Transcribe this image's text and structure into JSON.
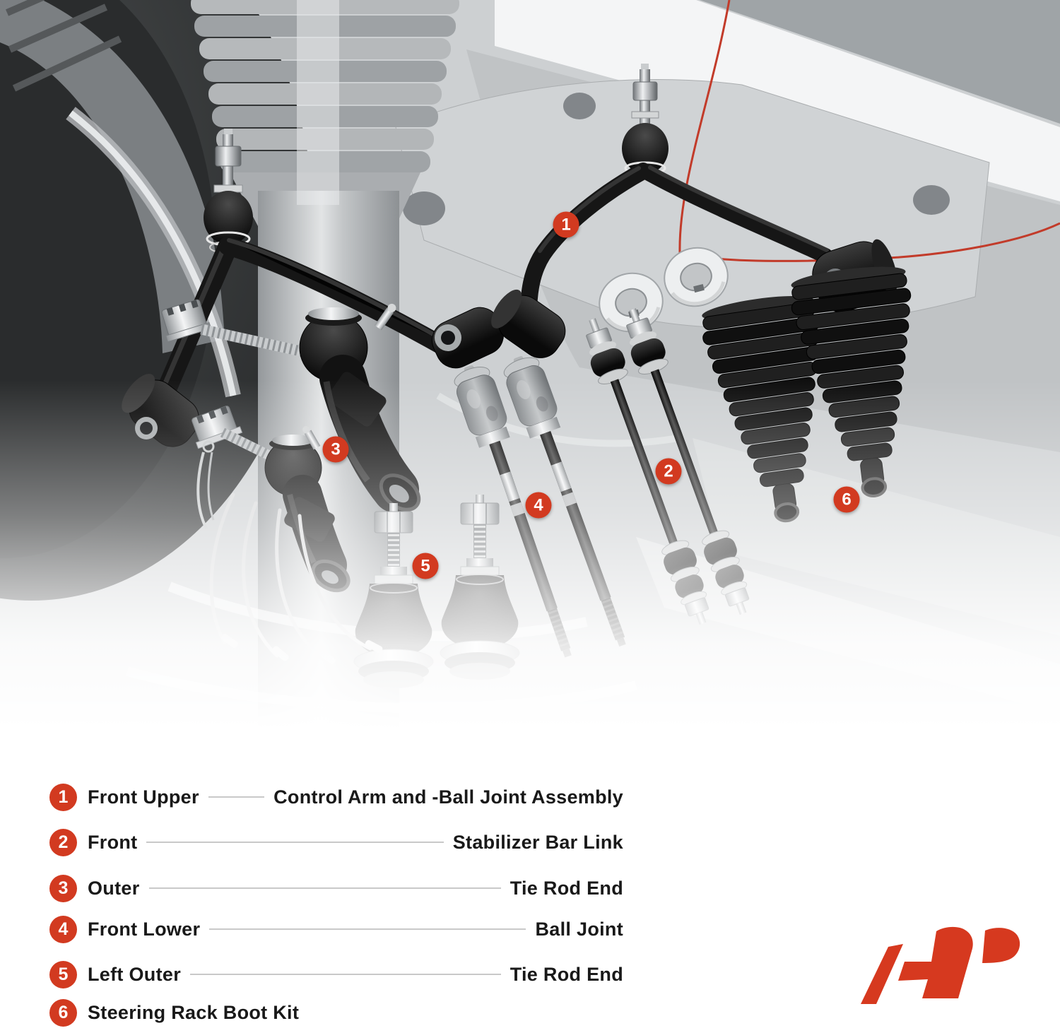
{
  "markers": [
    {
      "number": "1"
    },
    {
      "number": "2"
    },
    {
      "number": "3"
    },
    {
      "number": "4"
    },
    {
      "number": "5"
    },
    {
      "number": "6"
    }
  ],
  "legend": {
    "items": [
      {
        "number": "1",
        "left_label": "Front Upper",
        "right_label": "Control Arm and -Ball Joint Assembly"
      },
      {
        "number": "2",
        "left_label": "Front",
        "right_label": "Stabilizer Bar Link"
      },
      {
        "number": "3",
        "left_label": "Outer",
        "right_label": "Tie Rod End"
      },
      {
        "number": "4",
        "left_label": "Front Lower",
        "right_label": "Ball Joint"
      },
      {
        "number": "5",
        "left_label": "Left Outer",
        "right_label": "Tie Rod End"
      },
      {
        "number": "6",
        "left_label": "Steering Rack Boot Kit",
        "right_label": ""
      }
    ]
  },
  "brand": {
    "logo_icon": "a-premium-logo"
  },
  "colors": {
    "accent_red": "#d23a20",
    "logo_red": "#d6391f",
    "callout_line_red": "#c23b2a"
  }
}
